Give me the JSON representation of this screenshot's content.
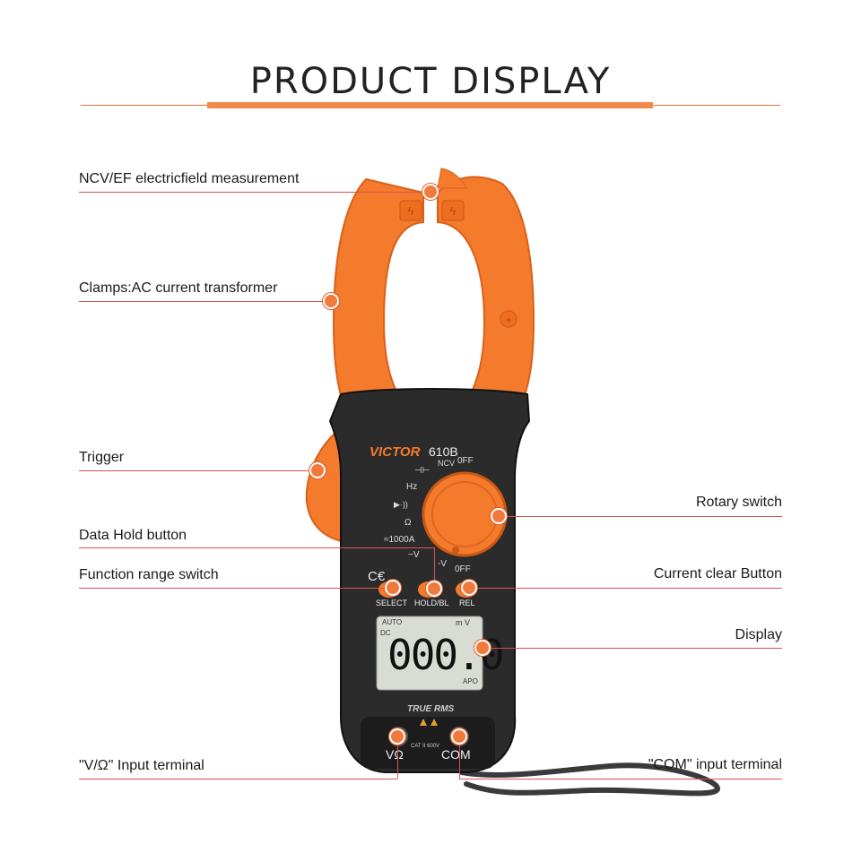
{
  "header": {
    "title": "PRODUCT DISPLAY"
  },
  "device": {
    "brand": "VICTOR",
    "model": "610B",
    "lcd_reading": "000.0",
    "lcd_auto": "AUTO",
    "lcd_dc": "DC",
    "lcd_unit": "m V",
    "lcd_apo": "APO",
    "true_rms": "TRUE RMS",
    "button_select": "SELECT",
    "button_hold": "HOLD/BL",
    "button_rel": "REL",
    "terminal_vohm": "VΩ",
    "terminal_com": "COM",
    "terminal_rating": "CAT II 600V",
    "ce_mark": "CE",
    "dial": {
      "ncv": "NCV",
      "off_top": "0FF",
      "hz": "Hz",
      "cap": "⊣⊢",
      "diode": "▶·))",
      "ohm": "Ω",
      "acamp": "≈1000A",
      "acv": "~V",
      "dcv": "-V",
      "off_bottom": "0FF"
    },
    "colors": {
      "body": "#2b2b2b",
      "orange": "#f47a2c",
      "accent_line": "#d9534f"
    }
  },
  "annotations": {
    "ncv": "NCV/EF electricfield measurement",
    "clamps": "Clamps:AC current transformer",
    "trigger": "Trigger",
    "data_hold": "Data Hold button",
    "function_range": "Function range switch",
    "v_terminal": "\"V/Ω\" Input terminal",
    "rotary": "Rotary switch",
    "current_clear": "Current clear Button",
    "display": "Display",
    "com_terminal": "\"COM\" input terminal"
  }
}
